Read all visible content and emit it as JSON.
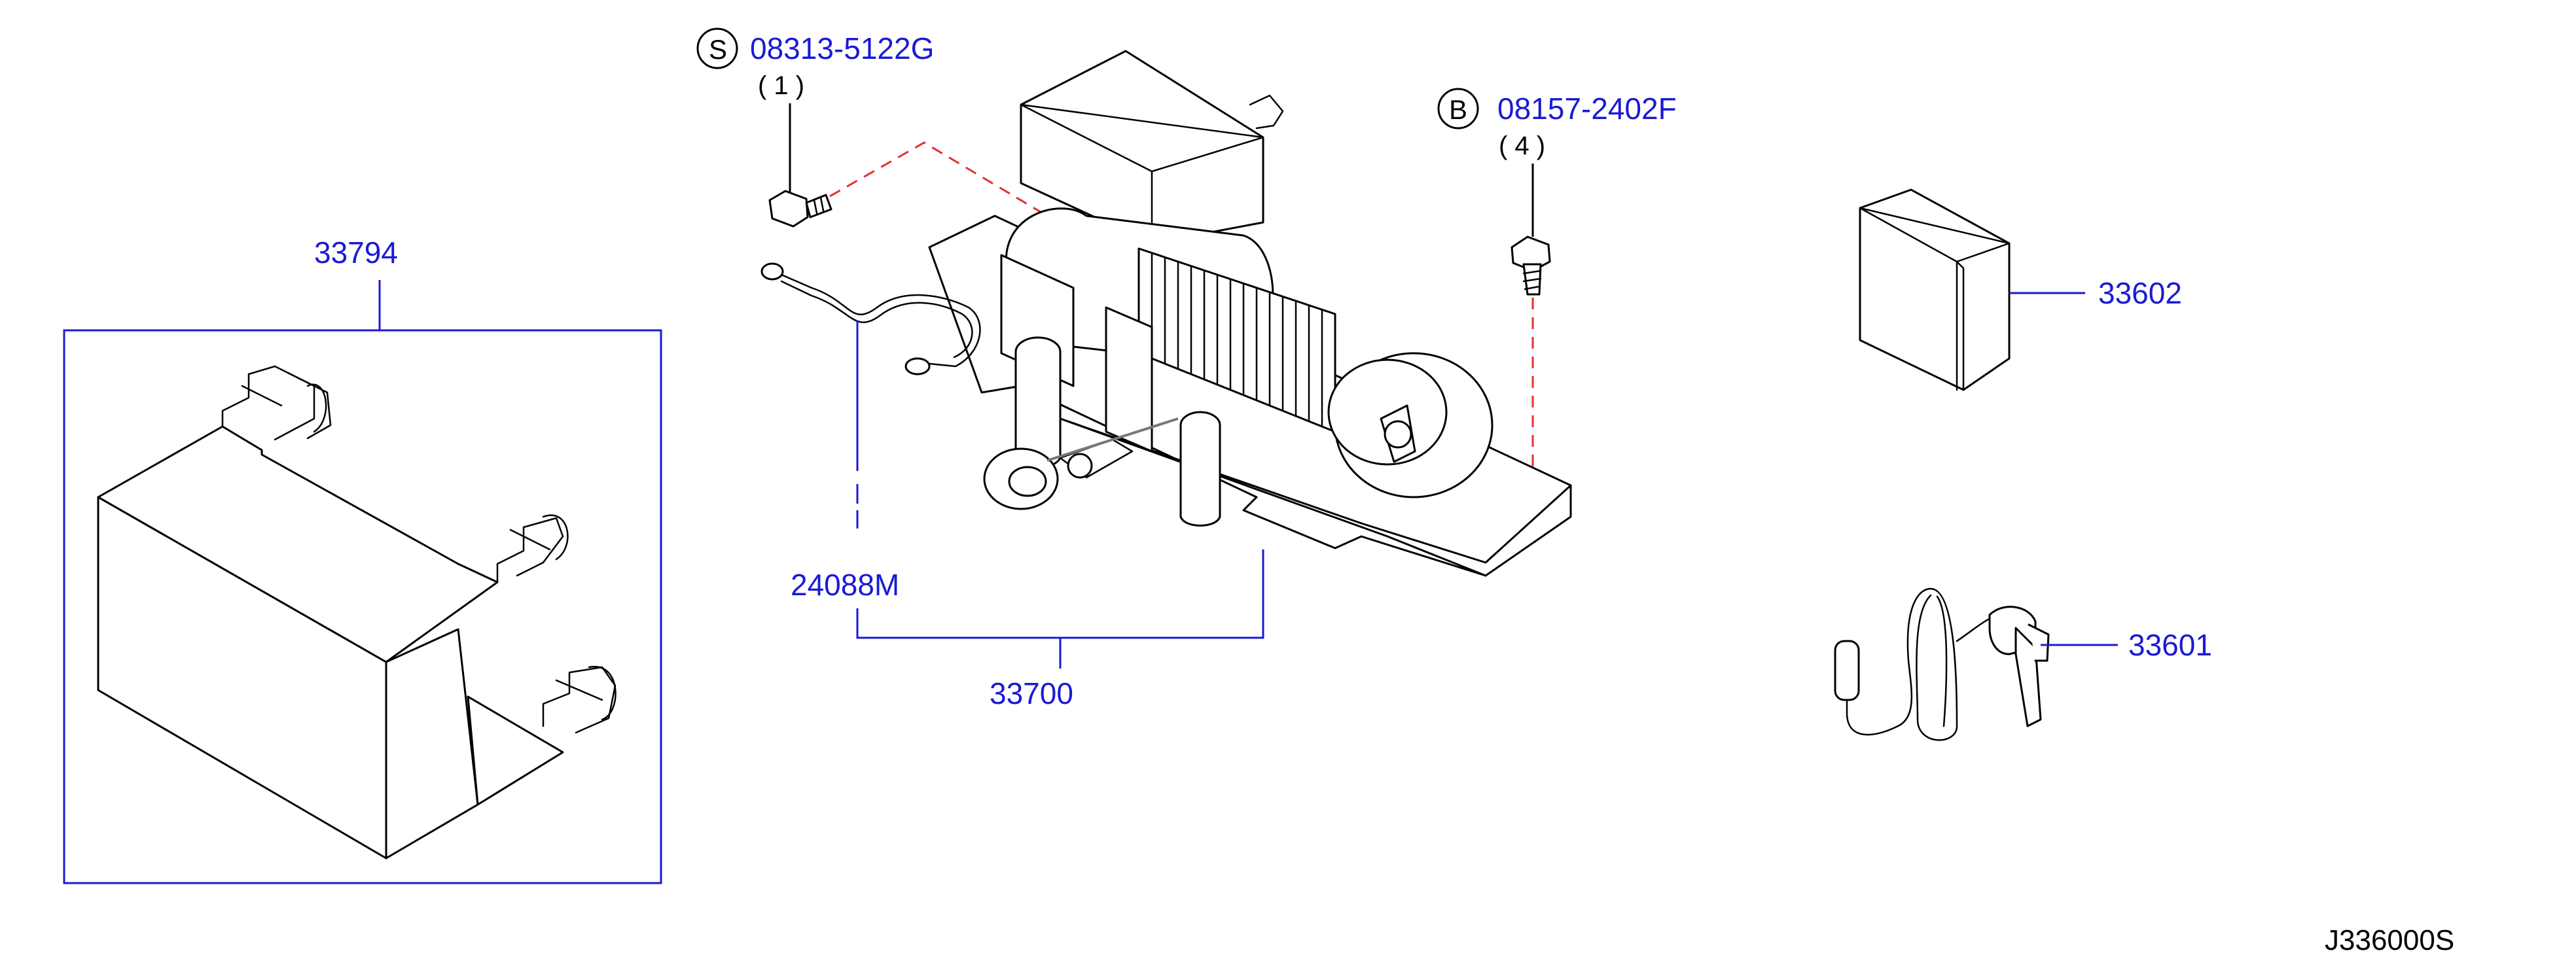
{
  "colors": {
    "label": "#1a1ad6",
    "leader": "#1a1ad6",
    "hidden_line": "#e53030",
    "ink": "#000000"
  },
  "callouts": {
    "screw": {
      "symbol": "S",
      "part": "08313-5122G",
      "qty": "( 1 )"
    },
    "bolt": {
      "symbol": "B",
      "part": "08157-2402F",
      "qty": "( 4 )"
    },
    "cover": {
      "part": "33794"
    },
    "cable": {
      "part": "24088M"
    },
    "winch": {
      "part": "33700"
    },
    "control_box": {
      "part": "33602"
    },
    "remote": {
      "part": "33601"
    }
  },
  "drawing_code": "J336000S"
}
